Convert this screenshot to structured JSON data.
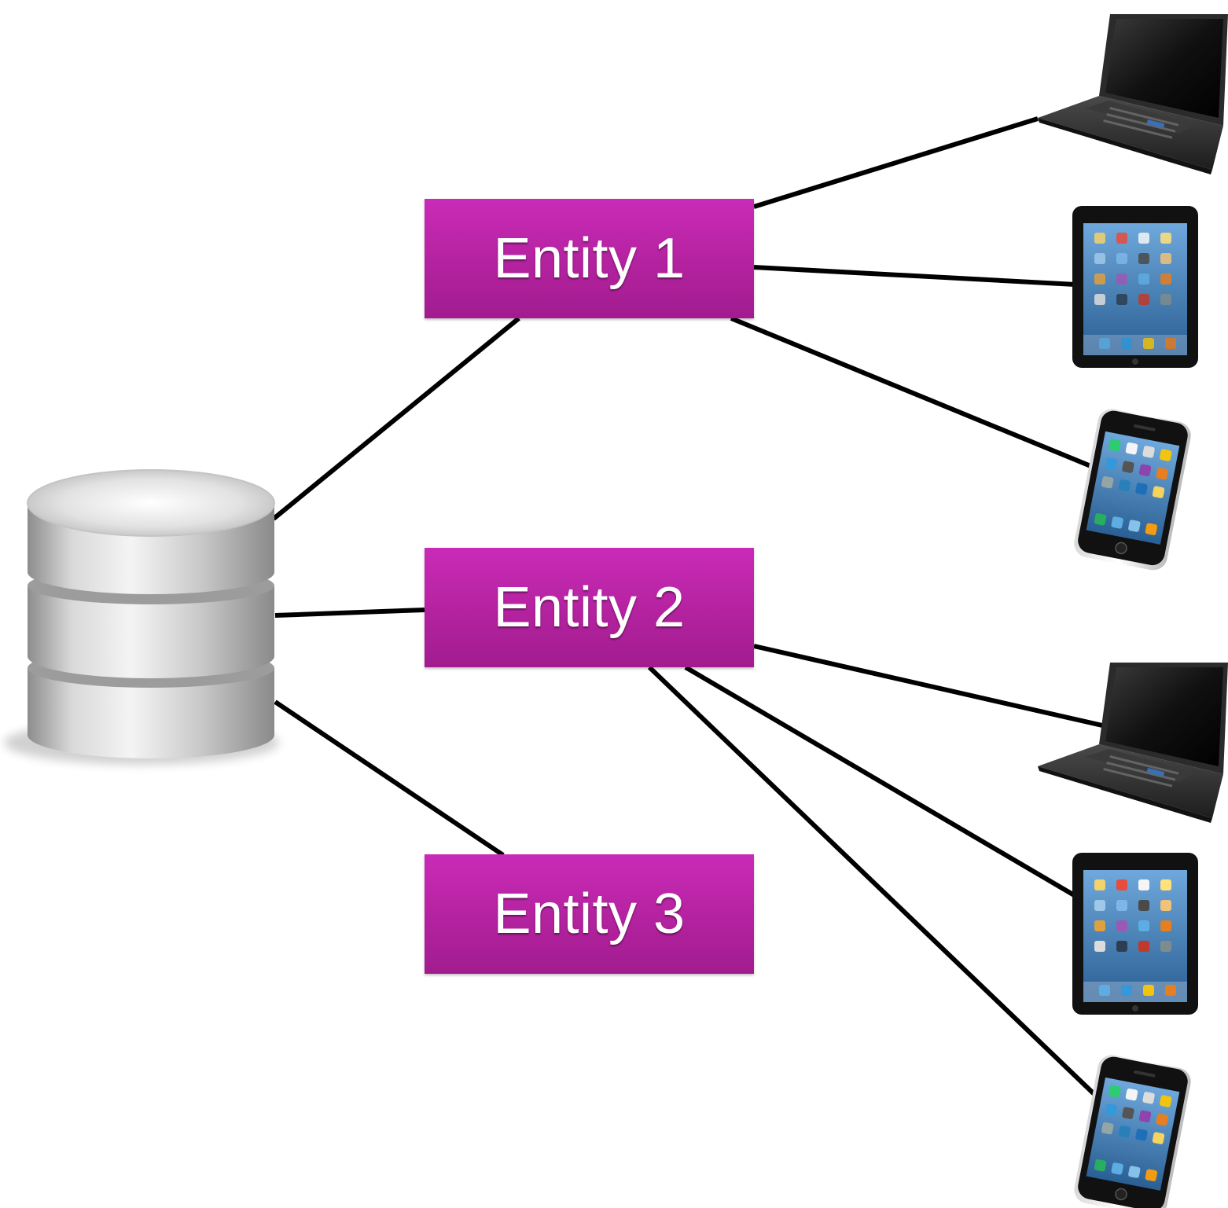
{
  "diagram": {
    "database": {
      "icon": "database-icon"
    },
    "entities": [
      {
        "id": "entity-1",
        "label": "Entity 1"
      },
      {
        "id": "entity-2",
        "label": "Entity 2"
      },
      {
        "id": "entity-3",
        "label": "Entity 3"
      }
    ],
    "devices": [
      {
        "id": "laptop-1",
        "icon": "laptop-icon",
        "parent": "entity-1"
      },
      {
        "id": "tablet-1",
        "icon": "tablet-icon",
        "parent": "entity-1"
      },
      {
        "id": "phone-1",
        "icon": "smartphone-icon",
        "parent": "entity-1"
      },
      {
        "id": "laptop-2",
        "icon": "laptop-icon",
        "parent": "entity-2"
      },
      {
        "id": "tablet-2",
        "icon": "tablet-icon",
        "parent": "entity-2"
      },
      {
        "id": "phone-2",
        "icon": "smartphone-icon",
        "parent": "entity-2"
      }
    ],
    "colors": {
      "entity_fill": "#b4229f",
      "entity_text": "#ffffff",
      "connector": "#000000"
    }
  }
}
